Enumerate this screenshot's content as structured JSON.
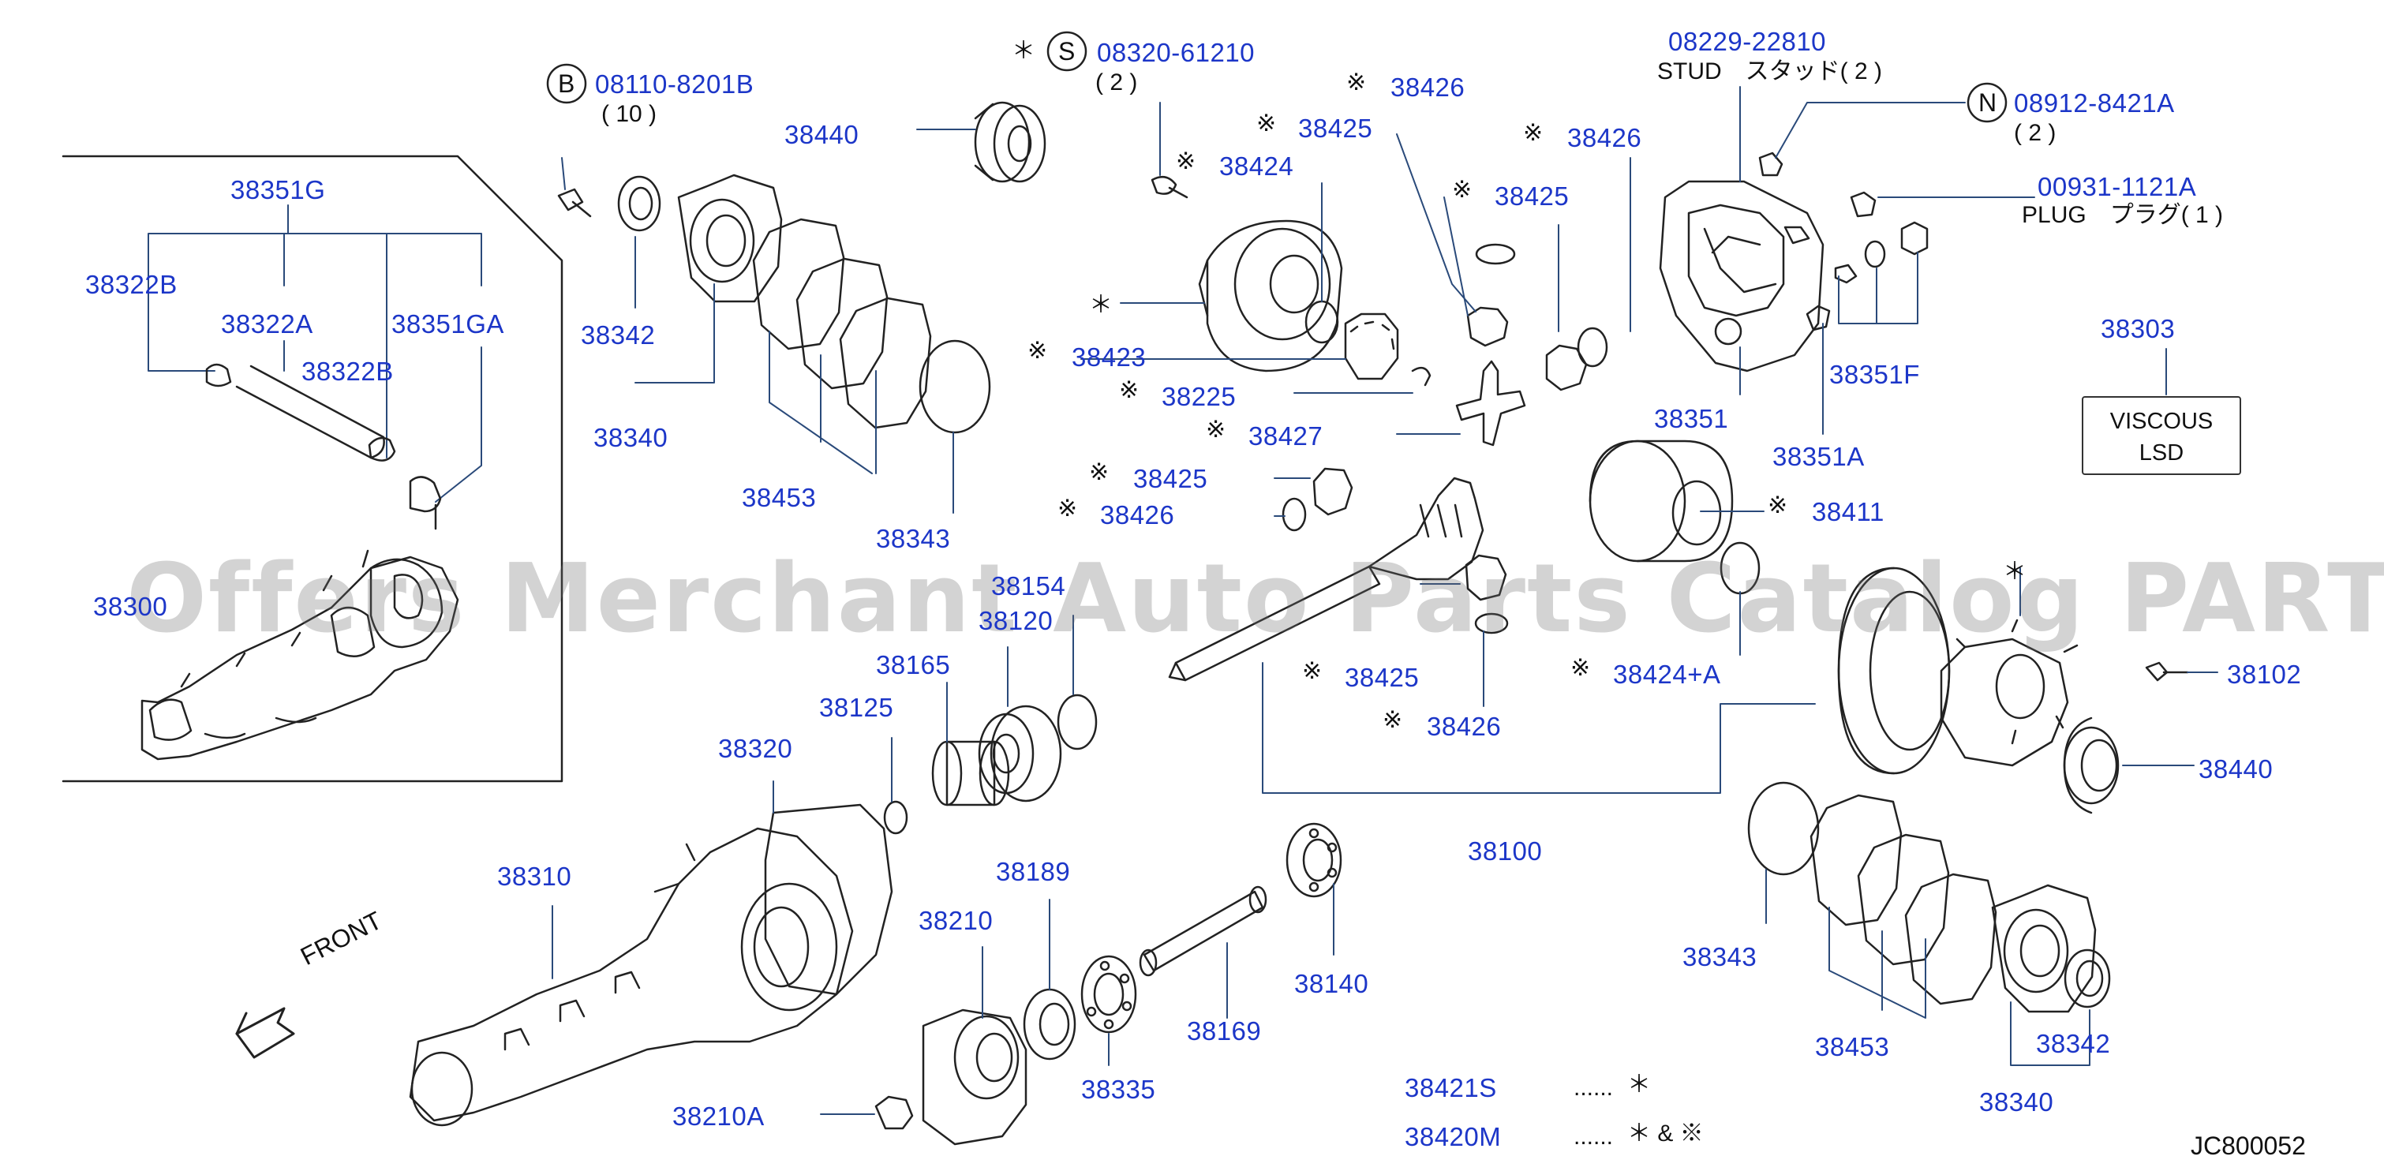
{
  "watermark": "Offers Merchant Auto Parts Catalog PARTSTORE.SA",
  "diagram_code": "JC800052",
  "front_label": "FRONT",
  "viscous_box": {
    "line1": "VISCOUS",
    "line2": "LSD"
  },
  "legend": [
    {
      "part": "38421S",
      "dots": "......",
      "meaning": "＊"
    },
    {
      "part": "38420M",
      "dots": "......",
      "meaning": "＊ & ※"
    }
  ],
  "callouts": {
    "b_code": "08110-8201B",
    "b_qty": "( 10 )",
    "s_code": "08320-61210",
    "s_qty": "( 2 )",
    "stud_code": "08229-22810",
    "stud_label": "STUD　スタッド( 2 )",
    "n_code": "08912-8421A",
    "n_qty": "( 2 )",
    "plug_code": "00931-1121A",
    "plug_label": "PLUG　プラグ( 1 )"
  },
  "parts": {
    "p38351G": "38351G",
    "p38322B_a": "38322B",
    "p38322A": "38322A",
    "p38351GA": "38351GA",
    "p38322B_b": "38322B",
    "p38300": "38300",
    "p38440_top": "38440",
    "p38342_top": "38342",
    "p38340_top": "38340",
    "p38453_top": "38453",
    "p38343_top": "38343",
    "p38424": "38424",
    "p38425_a": "38425",
    "p38426_a": "38426",
    "p38423": "38423",
    "p38225": "38225",
    "p38427": "38427",
    "p38425_b": "38425",
    "p38426_b": "38426",
    "p38426_c": "38426",
    "p38425_c": "38425",
    "p38351": "38351",
    "p38351F": "38351F",
    "p38351A": "38351A",
    "p38303": "38303",
    "p38411": "38411",
    "p38154": "38154",
    "p38120": "38120",
    "p38165": "38165",
    "p38125": "38125",
    "p38320": "38320",
    "p38425_d": "38425",
    "p38426_d": "38426",
    "p38424A": "38424+A",
    "p38102": "38102",
    "p38440_bot": "38440",
    "p38100": "38100",
    "p38310": "38310",
    "p38189": "38189",
    "p38210": "38210",
    "p38140": "38140",
    "p38169": "38169",
    "p38335": "38335",
    "p38210A": "38210A",
    "p38343_bot": "38343",
    "p38453_bot": "38453",
    "p38342_bot": "38342",
    "p38340_bot": "38340"
  },
  "colors": {
    "part_number": "#1c36c8",
    "line_art": "#222222",
    "leader": "#2a4a7a",
    "watermark": "#6e6e6e"
  }
}
